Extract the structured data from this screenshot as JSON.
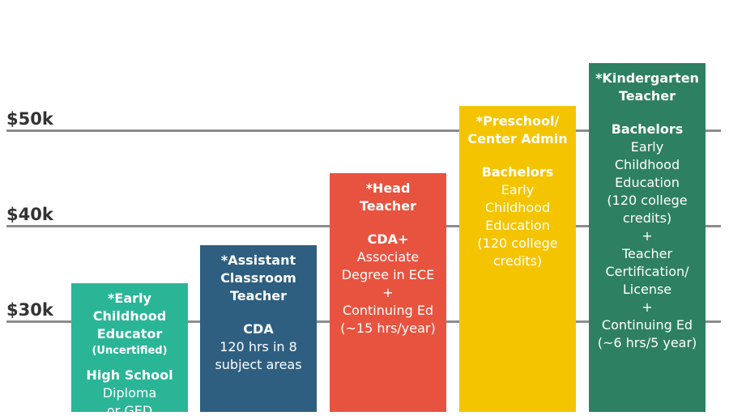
{
  "chart_data": {
    "type": "bar",
    "title": "",
    "xlabel": "",
    "ylabel": "",
    "ylim": [
      20500,
      56000
    ],
    "yticks": [
      "$30k",
      "$40k",
      "$50k"
    ],
    "ytick_values": [
      30000,
      40000,
      50000
    ],
    "grid": true,
    "categories": [
      "*Early Childhood Educator (Uncertified)",
      "*Assistant Classroom Teacher",
      "*Head Teacher",
      "*Preschool/ Center Admin",
      "*Kindergarten Teacher"
    ],
    "values": [
      34000,
      38000,
      45500,
      52500,
      57000
    ],
    "colors": [
      "#2bb597",
      "#2e5f80",
      "#e8533f",
      "#f5c400",
      "#2e8063"
    ],
    "bars": [
      {
        "title": "*Early\nChildhood\nEducator",
        "subtitle": "(Uncertified)",
        "qualification": "High School",
        "details": "Diploma\nor GED"
      },
      {
        "title": "*Assistant\nClassroom\nTeacher",
        "qualification": "CDA",
        "details": "120 hrs in 8\nsubject areas"
      },
      {
        "title": "*Head\nTeacher",
        "qualification": "CDA+",
        "details": "Associate\nDegree in ECE\n+\nContinuing Ed\n(~15 hrs/year)"
      },
      {
        "title": "*Preschool/\nCenter Admin",
        "qualification": "Bachelors",
        "details": "Early\nChildhood\nEducation\n(120 college\ncredits)"
      },
      {
        "title": "*Kindergarten\nTeacher",
        "qualification": "Bachelors",
        "details": "Early\nChildhood\nEducation\n(120 college\ncredits)\n+\nTeacher\nCertification/\nLicense\n+\nContinuing Ed\n(~6 hrs/5 year)"
      }
    ]
  }
}
